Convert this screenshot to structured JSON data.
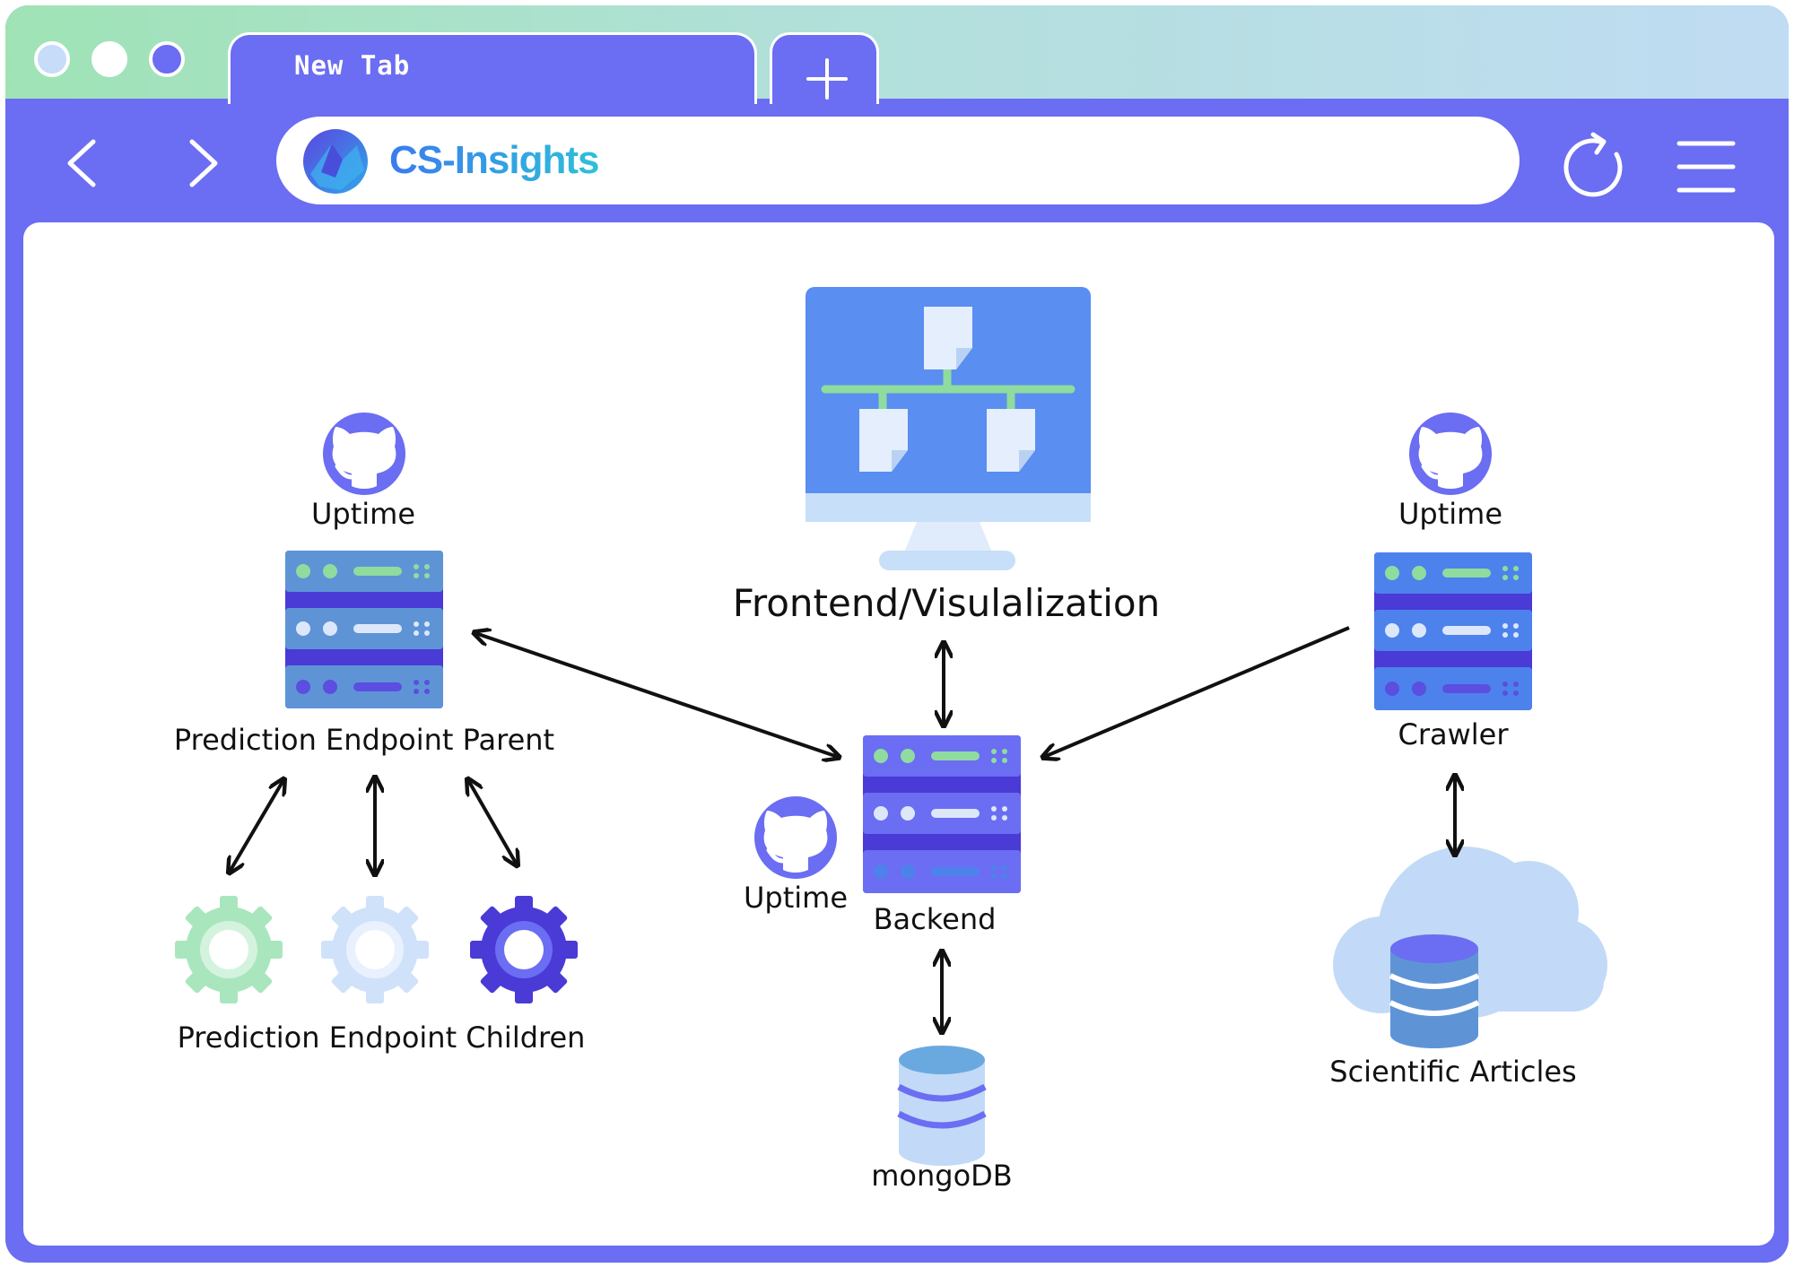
{
  "browser": {
    "tab_title": "New Tab",
    "new_tab_icon": "plus-icon",
    "address_brand": "CS-Insights",
    "nav_icons": [
      "chevron-left-icon",
      "chevron-right-icon",
      "reload-icon",
      "hamburger-menu-icon"
    ],
    "colors": {
      "frame": "#6b6df2",
      "titlebar_start": "#9fe3b5",
      "titlebar_end": "#c0dcf3"
    }
  },
  "diagram": {
    "frontend_label": "Frontend/Visulalization",
    "backend_label": "Backend",
    "backend_uptime_label": "Uptime",
    "mongodb_label": "mongoDB",
    "parent_label": "Prediction Endpoint Parent",
    "parent_uptime_label": "Uptime",
    "children_label": "Prediction Endpoint Children",
    "crawler_label": "Crawler",
    "crawler_uptime_label": "Uptime",
    "articles_label": "Scientific Articles"
  }
}
